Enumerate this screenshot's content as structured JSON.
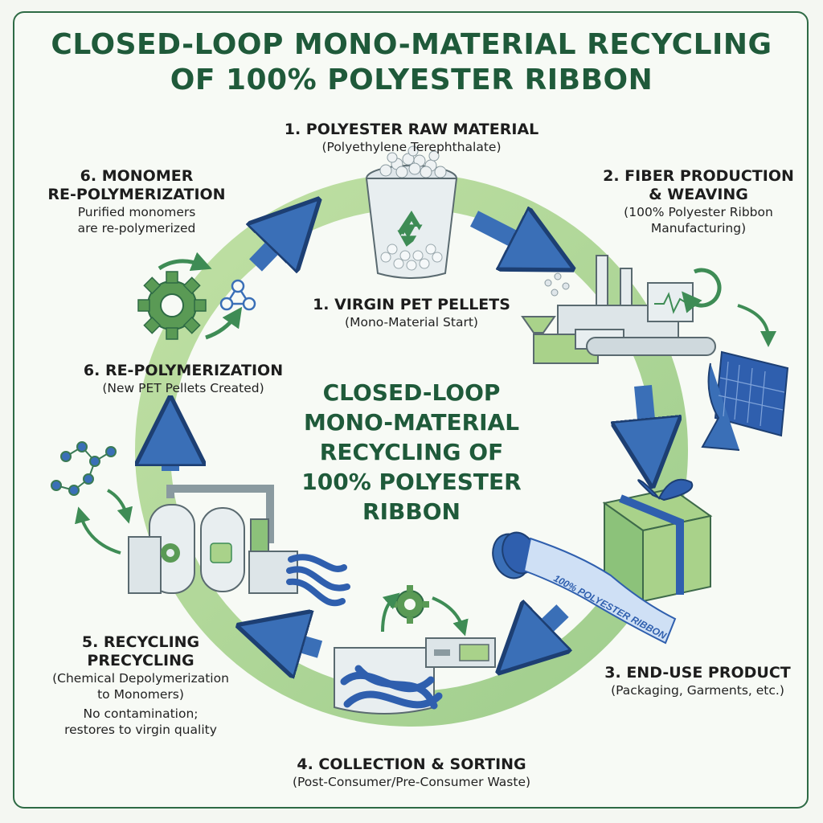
{
  "title": {
    "line1": "CLOSED-LOOP MONO-MATERIAL RECYCLING",
    "line2": "OF 100% POLYESTER RIBBON"
  },
  "center": {
    "line1": "CLOSED-LOOP",
    "line2": "MONO-MATERIAL",
    "line3": "RECYCLING OF",
    "line4": "100% POLYESTER",
    "line5": "RIBBON"
  },
  "steps": {
    "raw_material": {
      "title": "1. POLYESTER RAW MATERIAL",
      "subtitle": "(Polyethylene Terephthalate)"
    },
    "virgin_pellets": {
      "title": "1. VIRGIN PET PELLETS",
      "subtitle": "(Mono-Material Start)"
    },
    "fiber": {
      "title1": "2. FIBER PRODUCTION",
      "title2": "& WEAVING",
      "subtitle1": "(100% Polyester Ribbon",
      "subtitle2": "Manufacturing)"
    },
    "end_use": {
      "title": "3. END-USE PRODUCT",
      "subtitle": "(Packaging, Garments, etc.)"
    },
    "collection": {
      "title": "4. COLLECTION & SORTING",
      "subtitle": "(Post-Consumer/Pre-Consumer Waste)"
    },
    "recycling": {
      "title1": "5. RECYCLING",
      "title2": "PRECYCLING",
      "subtitle1": "(Chemical Depolymerization",
      "subtitle2": "to Monomers)",
      "note1": "No contamination;",
      "note2": "restores to virgin quality"
    },
    "repoly": {
      "title": "6. RE-POLYMERIZATION",
      "subtitle": "(New PET Pellets Created)"
    },
    "monomer": {
      "title1": "6. MONOMER",
      "title2": "RE-POLYMERIZATION",
      "subtitle1": "Purified monomers",
      "subtitle2": "are re-polymerized"
    }
  },
  "ribbon_text": "100% POLYESTER RIBBON",
  "colors": {
    "ring": "#a9d28a",
    "arrow_blue": "#3a6fb7",
    "dark_green": "#1f5a3a",
    "ribbon_blue": "#2f5fae",
    "machine_green": "#8cc27a",
    "gear_green": "#5a9a55"
  },
  "icons": [
    "recycle-icon",
    "gear-icon",
    "molecule-icon",
    "gift-icon",
    "factory-icon",
    "ribbon-roll-icon",
    "reactor-icon",
    "sorting-bin-icon"
  ]
}
